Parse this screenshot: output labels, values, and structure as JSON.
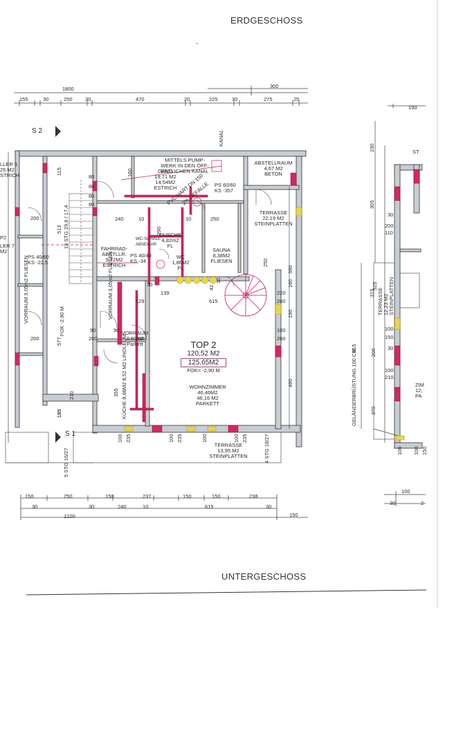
{
  "headings": {
    "top": "ERDGESCHOSS",
    "bottom": "UNTERGESCHOSS"
  },
  "sections": {
    "s1": "S 1",
    "s2": "S 2"
  },
  "dims_top": {
    "total": "1800",
    "right_total": "300",
    "d155": "155",
    "d30a": "30",
    "d250": "250",
    "d30b": "30",
    "d470": "470",
    "d20": "20",
    "d225": "225",
    "d30c": "30",
    "d275": "275",
    "d25": "25",
    "right_190": "190"
  },
  "dims_bottom": {
    "d150a": "150",
    "d250": "250",
    "d150b": "150",
    "d237": "237",
    "d150c": "150",
    "d150d": "150",
    "d238": "238",
    "d30a": "30",
    "d30b": "30",
    "d240": "240",
    "d10": "10",
    "d615": "615",
    "d30c": "30",
    "total": "2100",
    "d150e": "150",
    "right_100": "100",
    "right_30": "30",
    "right_2": "2"
  },
  "rooms": {
    "abstellraum": {
      "name": "ABSTELLRAUM",
      "area": "4,67 M2",
      "floor": "BETON"
    },
    "terrasse_top": {
      "name": "TERRASSE",
      "area": "22,19 M2",
      "floor": "STEINPLATTEN"
    },
    "gang": {
      "name": "GANG",
      "area1": "19,71 M2",
      "area2": "14,54M2",
      "floor": "ESTRICH"
    },
    "mittel": {
      "l1": "MITTELS PUMP-",
      "l2": "WERK IN DEN ÖFF-",
      "l3": "ENTLICHEN KANAL"
    },
    "pvc": "PVC HART DN 150",
    "gefaelle": "2% GEFÄLLE",
    "kanal": "KANAL",
    "ps_a": "PS 60/60",
    "ks_a": "KS -357",
    "fahrrad": {
      "name": "FAHRRAD-",
      "name2": "ABSTLLR.",
      "area": "9,72M2",
      "floor": "ESTRICH"
    },
    "wc_schale": "WC-SCHALE",
    "wc_sub": "ABSEIBAR",
    "dusche": {
      "name": "DUSCHE",
      "area": "4,82m2",
      "floor": "FL"
    },
    "ps_b": "PS 40/40",
    "ks_b": "KS -34",
    "wc": {
      "name": "WC",
      "area": "1,86M2",
      "floor": "FL"
    },
    "sauna": {
      "name": "SAUNA",
      "area": "8,38M2",
      "floor": "FLIESEN"
    },
    "vorraum_a": {
      "name": "VORRAUM",
      "area": "3,05m2",
      "floor": "FLIESEN"
    },
    "vorraum_b": {
      "name": "VORRAUM",
      "area": "3,60m2",
      "floor": "Parkett"
    },
    "vorraum_left": {
      "name": "VORRAUM",
      "area": "3,05m2",
      "floor": "FLIESEN"
    },
    "kueche": {
      "name": "KÜCHE",
      "area1": "8,68M2",
      "area2": "8,52 M2",
      "floor": "LINOLEUM"
    },
    "top2": {
      "name": "TOP 2",
      "area1": "120,52 M2",
      "area2": "125,65M2",
      "fok": "FOK= -2,90 M"
    },
    "wohn": {
      "name": "WOHNZIMMER",
      "area1": "46,46M2",
      "area2": "46,16 M2",
      "floor": "PARKETT"
    },
    "terrasse_bottom": {
      "name": "TERRASSE",
      "area": "13,95 M2",
      "floor": "STEINPLATTEN"
    },
    "terrasse_right": {
      "name": "TERRASSE",
      "area": "12,23 M2",
      "floor": "STEINPLATTEN"
    },
    "keller5": "LLER 5",
    "keller5b": "25 M2",
    "keller5c": "STRICH",
    "keller7": "LER 7",
    "keller7b": "M2",
    "ps_c": "PS 40/60",
    "ks_c": "KS -22,5",
    "p2": "P2",
    "stg_a": "19 STG 29,6 / 17,4",
    "fok_left": "FOK -2,90 M",
    "stg_b": "5 STG 16/27",
    "stg_c": "4 STG 18/27",
    "gelaender": "GELÄNDERBRÜSTUNG 100 CM",
    "st_right": "ST",
    "zi_right": "ZIM",
    "zi_b": "12,",
    "zi_c": "PA"
  },
  "inner_dims": [
    "80",
    "80",
    "80",
    "80",
    "160",
    "115",
    "513",
    "240",
    "10",
    "250",
    "10",
    "290",
    "200",
    "200",
    "577",
    "210",
    "185",
    "90",
    "90",
    "200",
    "200",
    "355",
    "235",
    "100",
    "100",
    "235",
    "100",
    "100",
    "235",
    "615",
    "220",
    "260",
    "100",
    "260",
    "190",
    "160",
    "490",
    "390",
    "250",
    "42",
    "10",
    "305",
    "230",
    "315",
    "30",
    "200",
    "110",
    "525",
    "100",
    "150",
    "200",
    "100",
    "210",
    "370",
    "815",
    "150",
    "100",
    "100",
    "30",
    "139",
    "129",
    "185",
    "30"
  ]
}
